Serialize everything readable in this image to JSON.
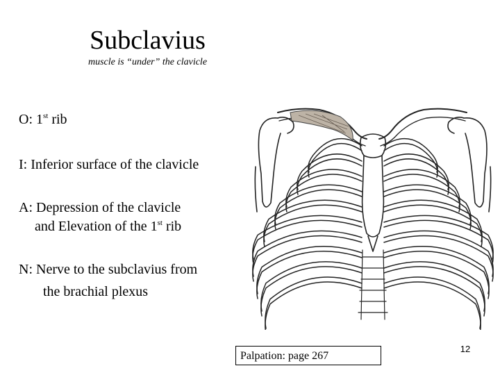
{
  "slide": {
    "title": "Subclavius",
    "subtitle": "muscle is “under” the clavicle",
    "origin": {
      "prefix": "O:  1",
      "sup": "st",
      "suffix": " rib"
    },
    "insertion": "I:  Inferior surface of the clavicle",
    "action": {
      "line1": "A: Depression of the clavicle",
      "line2_prefix": "and Elevation of the 1",
      "line2_sup": "st",
      "line2_suffix": " rib"
    },
    "nerve": {
      "line1": "N:  Nerve to the subclavius from",
      "line2": "the brachial plexus"
    },
    "palpation": "Palpation:  page 267",
    "page_number": "12"
  },
  "figure": {
    "subject": "anterior rib cage with clavicles and subclavius muscle",
    "muscle_color": "#bdb3a6"
  }
}
